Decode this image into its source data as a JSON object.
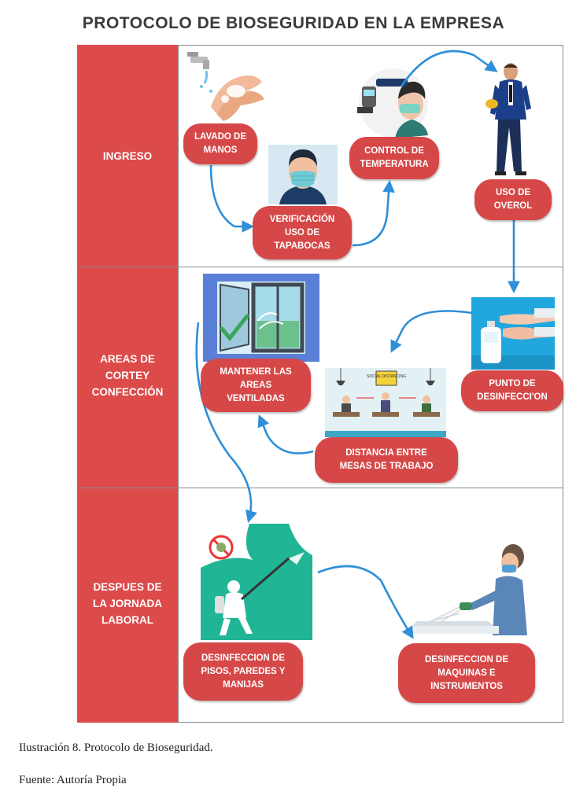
{
  "title": "PROTOCOLO DE BIOSEGURIDAD EN LA EMPRESA",
  "sections": {
    "ingreso": "INGRESO",
    "areas": "AREAS DE\nCORTEY\nCONFECCIÓN",
    "despues": "DESPUES DE\nLA JORNADA\nLABORAL"
  },
  "steps": {
    "lavado": "LAVADO DE\nMANOS",
    "verificacion": "VERIFICACIÓN\nUSO DE\nTAPABOCAS",
    "control": "CONTROL DE\nTEMPERATURA",
    "overol": "USO DE\nOVEROL",
    "punto": "PUNTO DE\nDESINFECCI'ON",
    "distancia": "DISTANCIA ENTRE\nMESAS DE TRABAJO",
    "ventiladas": "MANTENER LAS\nAREAS\nVENTILADAS",
    "pisos": "DESINFECCION DE\nPISOS, PAREDES Y\nMANIJAS",
    "maquinas": "DESINFECCION DE\nMAQUINAS E\nINSTRUMENTOS"
  },
  "sign_text": "SOCIAL DISTANCING",
  "caption": {
    "illustration": "Ilustración 8. Protocolo de Bioseguridad.",
    "source": "Fuente: Autoría Propia"
  },
  "colors": {
    "sidebar": "#dc4a4a",
    "pill": "#d64848",
    "arrow": "#2f8fd8"
  },
  "icons": [
    "hand-washing-icon",
    "face-mask-icon",
    "thermometer-check-icon",
    "worker-overall-icon",
    "sanitizer-dispenser-icon",
    "distanced-desks-icon",
    "ventilated-window-icon",
    "floor-disinfection-icon",
    "machine-disinfection-icon"
  ]
}
